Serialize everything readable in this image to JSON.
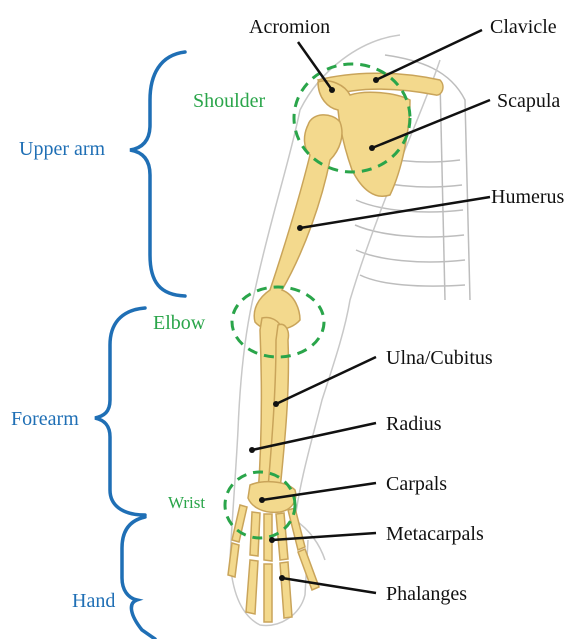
{
  "labels": {
    "acromion": "Acromion",
    "clavicle": "Clavicle",
    "scapula": "Scapula",
    "humerus": "Humerus",
    "ulna": "Ulna/Cubitus",
    "radius": "Radius",
    "carpals": "Carpals",
    "metacarpals": "Metacarpals",
    "phalanges": "Phalanges"
  },
  "joints": {
    "shoulder": "Shoulder",
    "elbow": "Elbow",
    "wrist": "Wrist"
  },
  "regions": {
    "upper_arm": "Upper arm",
    "forearm": "Forearm",
    "hand": "Hand"
  },
  "colors": {
    "bone": "#f3d98d",
    "bone_stroke": "#c9a45a",
    "joint_circle": "#2aa54a",
    "region": "#1f6fb5",
    "leader": "#111111"
  }
}
